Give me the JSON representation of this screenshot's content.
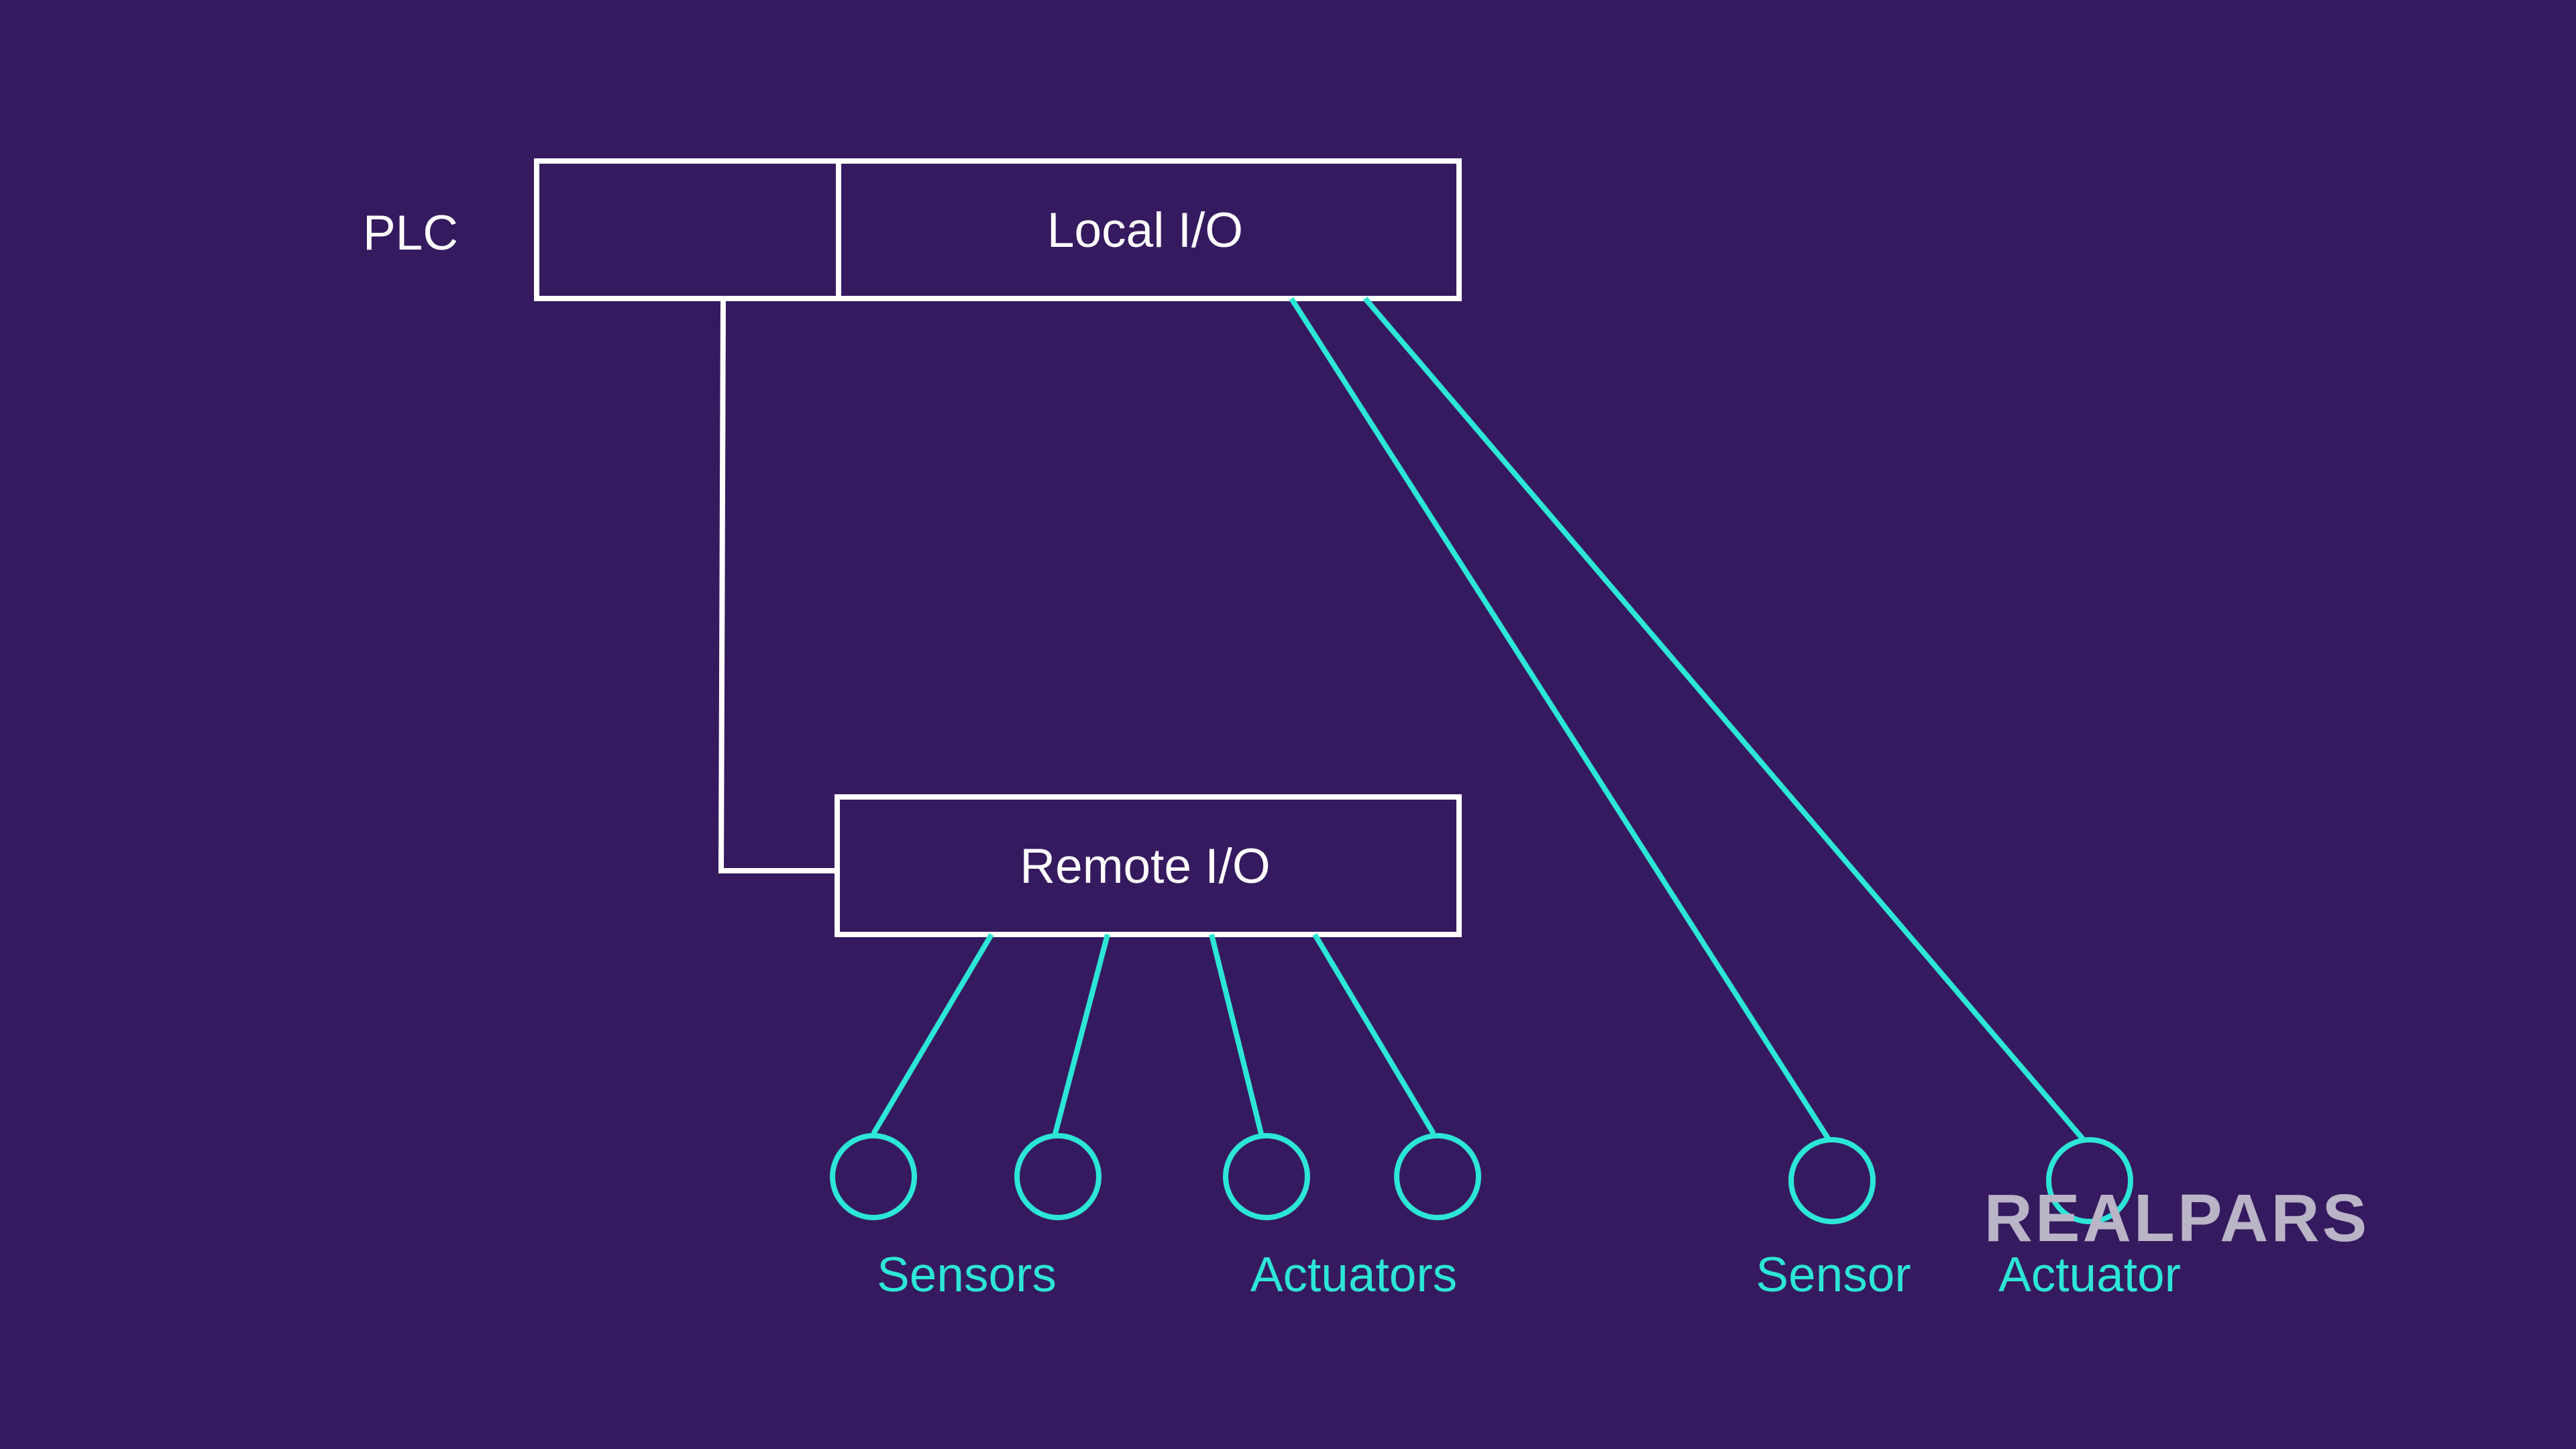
{
  "colors": {
    "background": "#361a5f",
    "structure": "#ffffff",
    "field": "#2ce6d6",
    "logo": "#b9b4c6"
  },
  "diagram": {
    "plc_label": "PLC",
    "local_io_label": "Local I/O",
    "remote_io_label": "Remote I/O",
    "labels": {
      "sensors": "Sensors",
      "actuators": "Actuators",
      "sensor": "Sensor",
      "actuator": "Actuator"
    }
  },
  "logo": {
    "text": "REALPARS"
  }
}
